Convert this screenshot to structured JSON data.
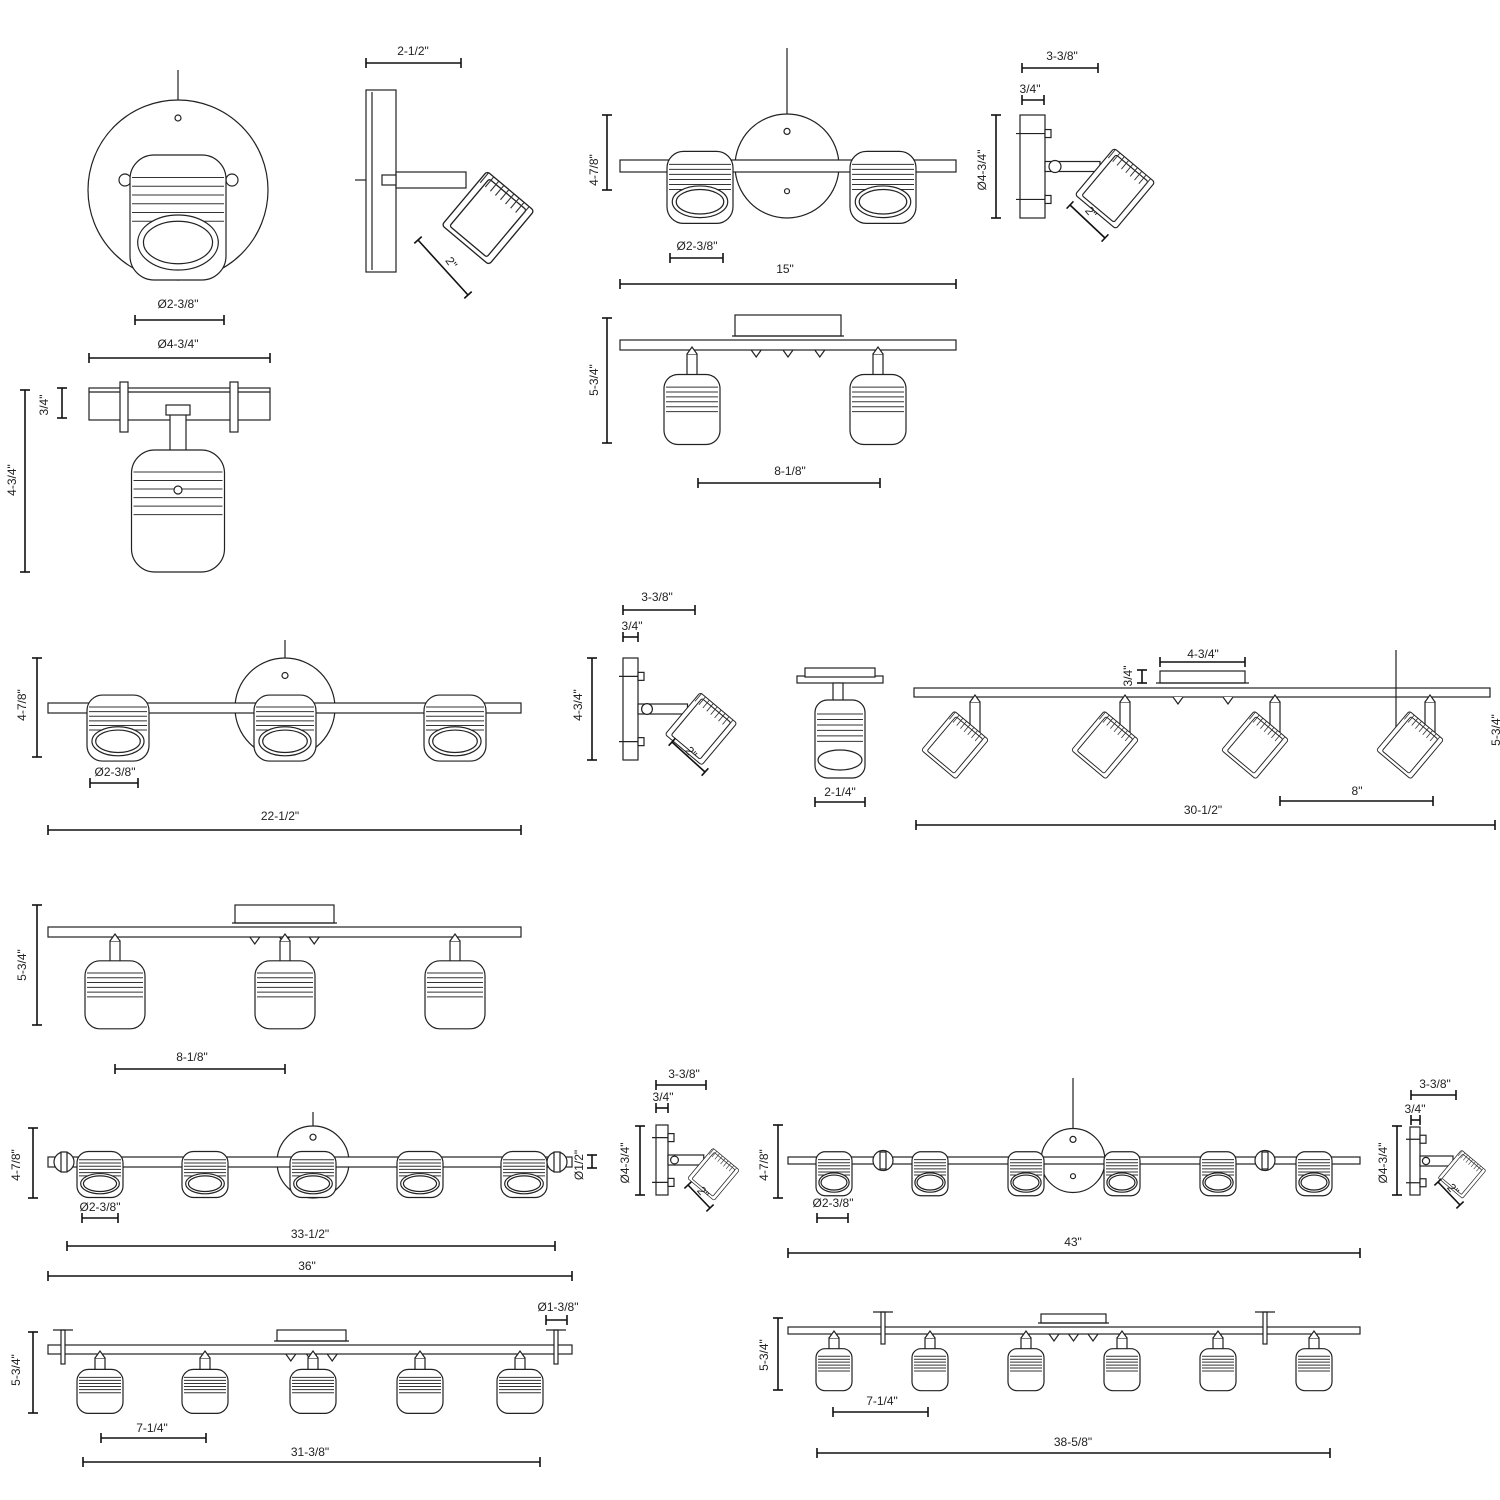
{
  "views": {
    "single_front": {
      "dims": [
        "Ø2-3/8\"",
        "Ø4-3/4\""
      ]
    },
    "single_side": {
      "dims": [
        "2-1/2\"",
        "2\""
      ]
    },
    "single_bottom": {
      "dims": [
        "3/4\"",
        "4-3/4\""
      ]
    },
    "double_front": {
      "dims": [
        "4-7/8\"",
        "Ø2-3/8\"",
        "15\""
      ]
    },
    "double_side": {
      "dims": [
        "3-3/8\"",
        "3/4\"",
        "Ø4-3/4\"",
        "2\""
      ]
    },
    "double_bottom": {
      "dims": [
        "5-3/4\"",
        "8-1/8\""
      ]
    },
    "triple_front": {
      "dims": [
        "4-7/8\"",
        "Ø2-3/8\"",
        "22-1/2\""
      ]
    },
    "triple_side": {
      "dims": [
        "3-3/8\"",
        "3/4\"",
        "4-3/4\"",
        "2\""
      ]
    },
    "quad_end": {
      "dims": [
        "2-1/4\""
      ]
    },
    "quad_front": {
      "dims": [
        "4-3/4\"",
        "3/4\"",
        "8\"",
        "30-1/2\"",
        "5-3/4\""
      ]
    },
    "triple_bottom": {
      "dims": [
        "5-3/4\"",
        "8-1/8\""
      ]
    },
    "five_front": {
      "dims": [
        "4-7/8\"",
        "Ø2-3/8\"",
        "Ø1/2\"",
        "33-1/2\"",
        "36\""
      ]
    },
    "five_side": {
      "dims": [
        "3-3/8\"",
        "3/4\"",
        "Ø4-3/4\"",
        "2\""
      ]
    },
    "six_front": {
      "dims": [
        "4-7/8\"",
        "Ø2-3/8\"",
        "43\""
      ]
    },
    "six_side": {
      "dims": [
        "3-3/8\"",
        "3/4\"",
        "Ø4-3/4\"",
        "2\""
      ]
    },
    "five_bottom": {
      "dims": [
        "5-3/4\"",
        "Ø1-3/8\"",
        "7-1/4\"",
        "31-3/8\""
      ]
    },
    "six_bottom": {
      "dims": [
        "5-3/4\"",
        "7-1/4\"",
        "38-5/8\""
      ]
    }
  }
}
